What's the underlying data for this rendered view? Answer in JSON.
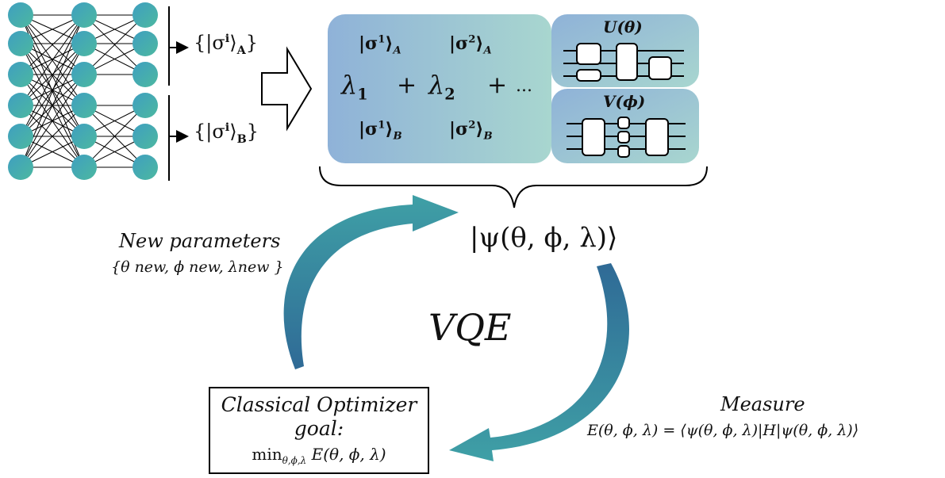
{
  "network": {
    "set_a": "{|σ",
    "set_a_sup": "i",
    "set_a_close": "⟩",
    "set_a_sub": "A",
    "set_a_end": "}",
    "set_b": "{|σ",
    "set_b_sup": "i",
    "set_b_close": "⟩",
    "set_b_sub": "B",
    "set_b_end": "}"
  },
  "superposition": {
    "ket1_a": "|σ",
    "ket1_a_sup": "1",
    "ket1_a_end": "⟩",
    "ket1_a_sub": "A",
    "ket2_a": "|σ",
    "ket2_a_sup": "2",
    "ket2_a_end": "⟩",
    "ket2_a_sub": "A",
    "lambda1": "λ",
    "lambda1_sub": "1",
    "plus1": "+",
    "lambda2": "λ",
    "lambda2_sub": "2",
    "plus2": "+",
    "ellipsis": "...",
    "ket1_b": "|σ",
    "ket1_b_sup": "1",
    "ket1_b_end": "⟩",
    "ket1_b_sub": "B",
    "ket2_b": "|σ",
    "ket2_b_sup": "2",
    "ket2_b_end": "⟩",
    "ket2_b_sub": "B"
  },
  "circuits": {
    "u_label": "U(θ)",
    "v_label": "V(ϕ)"
  },
  "state": {
    "psi": "|ψ(θ, ϕ, λ)⟩"
  },
  "center_label": "VQE",
  "new_params": {
    "title": "New parameters",
    "set": "{θ new, ϕ new, λnew }"
  },
  "measure": {
    "title": "Measure",
    "equation": "E(θ, ϕ, λ) = ⟨ψ(θ, ϕ, λ)|H|ψ(θ, ϕ, λ)⟩"
  },
  "optimizer": {
    "title": "Classical Optimizer",
    "goal": "goal:",
    "min": "min",
    "min_sub": "θ,ϕ,λ",
    "objective": "E(θ, ϕ, λ)"
  },
  "colors": {
    "node": "#3a8fb0",
    "node_light": "#3fb0a8",
    "panel_left": "#8fb4d8",
    "panel_right": "#a6d4d0",
    "arrow_teal": "#3a9aa6",
    "arrow_blue": "#2f6a96"
  }
}
